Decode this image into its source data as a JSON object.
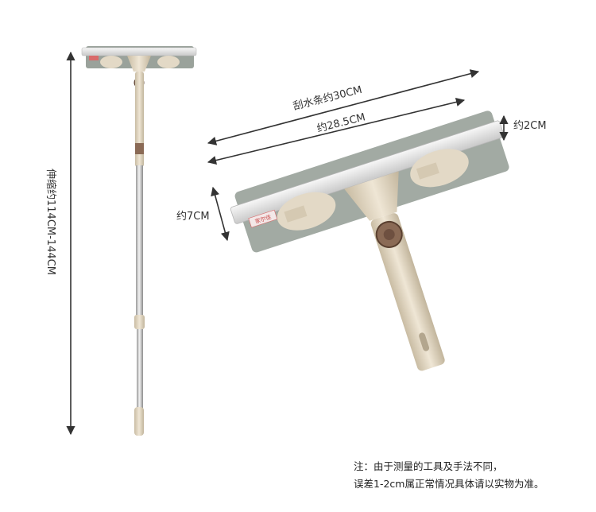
{
  "dimensions": {
    "height_range": "伸缩约114CM-144CM",
    "blade_length": "刮水条约30CM",
    "cloth_length": "约28.5CM",
    "blade_height": "约2CM",
    "head_height": "约7CM"
  },
  "product_label": "家尔佳",
  "notes": {
    "line1": "注：由于测量的工具及手法不同，",
    "line2": "误差1-2cm属正常情况具体请以实物为准。"
  }
}
